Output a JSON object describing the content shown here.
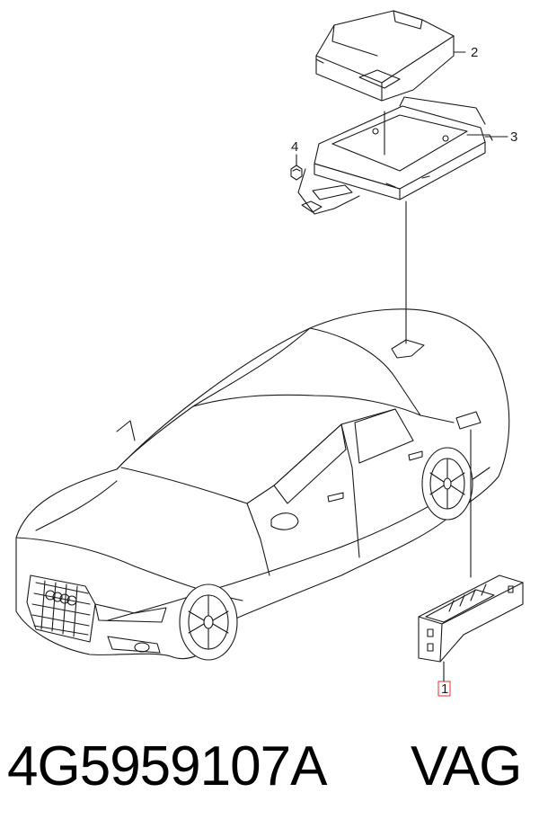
{
  "callouts": {
    "part_1": "1",
    "part_2": "2",
    "part_3": "3",
    "part_4": "4"
  },
  "caption": {
    "part_number": "4G5959107A",
    "brand": "VAG"
  },
  "colors": {
    "line": "#1a1a1a",
    "highlight_box": "#e03030",
    "background": "#ffffff"
  }
}
